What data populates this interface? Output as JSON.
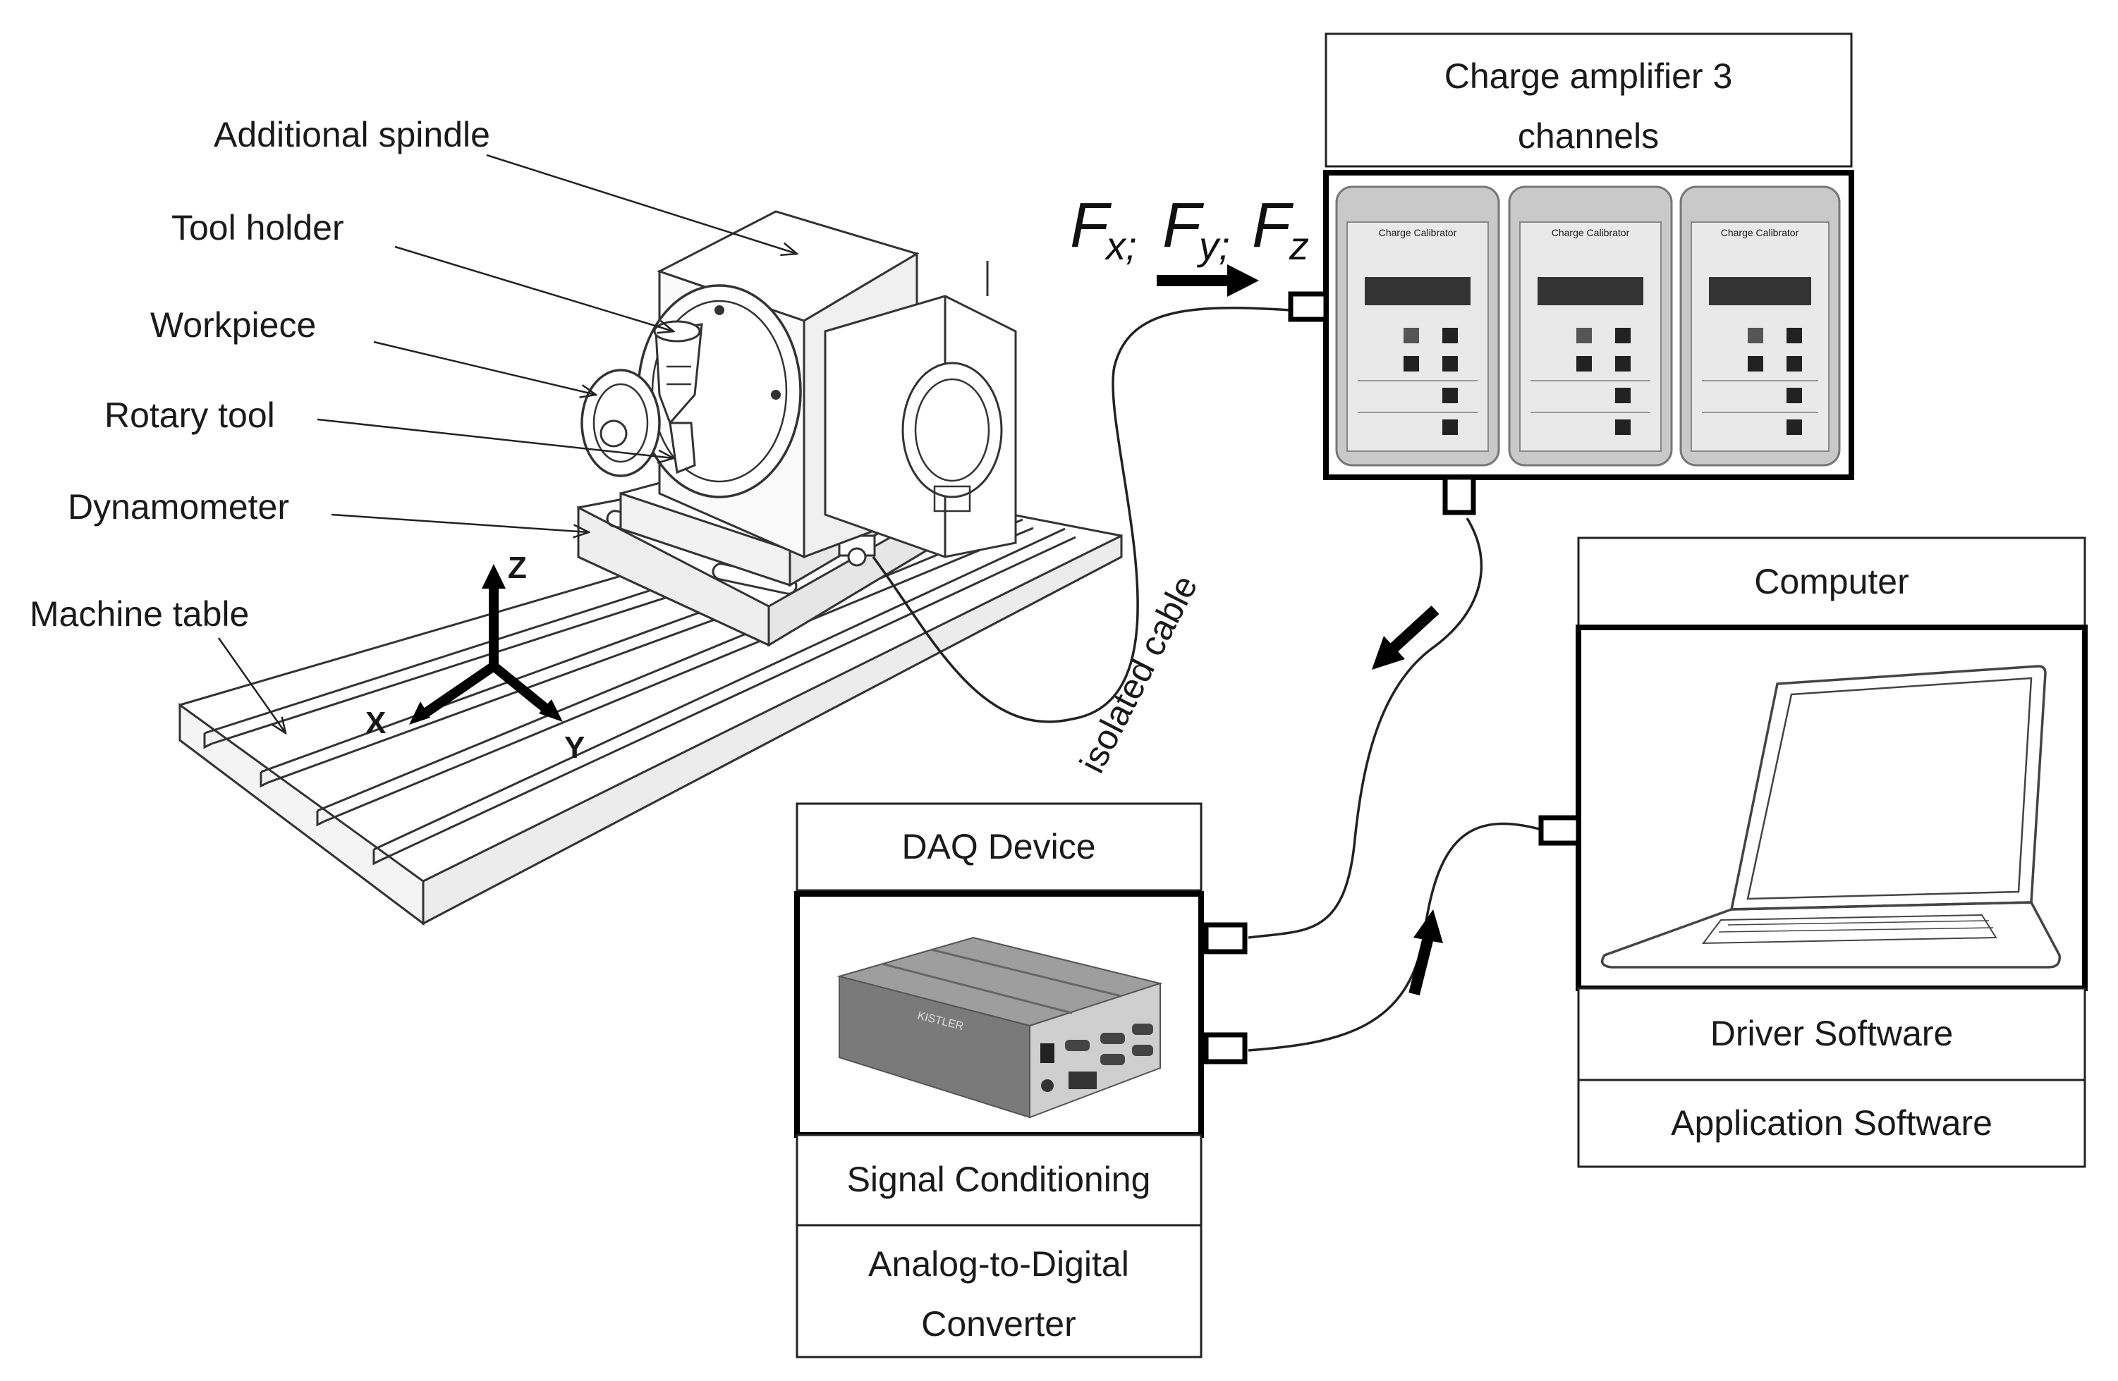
{
  "machine_labels": {
    "additional_spindle": "Additional spindle",
    "tool_holder": "Tool holder",
    "workpiece": "Workpiece",
    "rotary_tool": "Rotary tool",
    "dynamometer": "Dynamometer",
    "machine_table": "Machine table"
  },
  "axes": {
    "z": "Z",
    "x": "X",
    "y": "Y"
  },
  "forces": {
    "fx": "F",
    "fx_sub": "x;",
    "fy": "F",
    "fy_sub": "y;",
    "fz": "F",
    "fz_sub": "z"
  },
  "cable_label": "isolated cable",
  "charge_amplifier": {
    "title_line1": "Charge amplifier 3",
    "title_line2": "channels",
    "unit_title": "Charge Calibrator"
  },
  "computer": {
    "title": "Computer",
    "row1": "Driver Software",
    "row2": "Application Software"
  },
  "daq": {
    "title": "DAQ Device",
    "row1": "Signal Conditioning",
    "row2_line1": "Analog-to-Digital",
    "row2_line2": "Converter",
    "brand": "KISTLER"
  }
}
